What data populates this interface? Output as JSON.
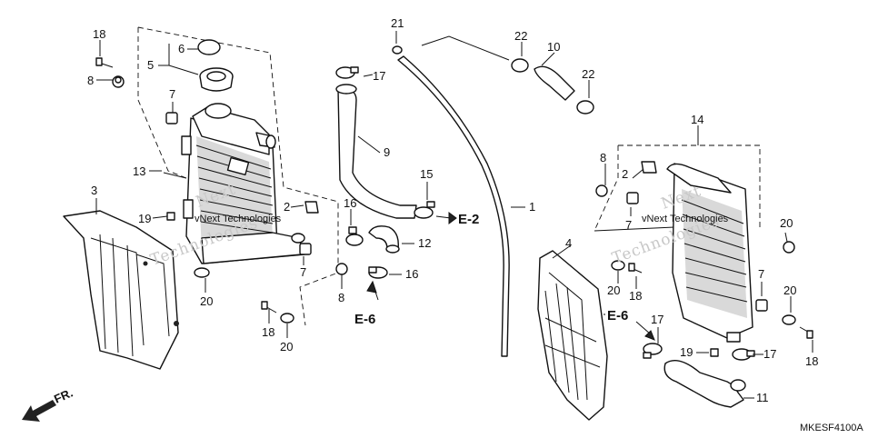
{
  "diagram": {
    "code": "MKESF4100A",
    "front_label": "FR.",
    "watermark_lines": [
      "Next",
      "Technologies",
      "vNext Technologies"
    ],
    "ref_labels": {
      "e2": "E-2",
      "e6_left": "E-6",
      "e6_right": "E-6"
    },
    "callouts": {
      "c1": "1",
      "c2a": "2",
      "c2b": "2",
      "c3": "3",
      "c4": "4",
      "c5": "5",
      "c6": "6",
      "c7a": "7",
      "c7b": "7",
      "c7c": "7",
      "c7d": "7",
      "c8a": "8",
      "c8b": "8",
      "c8c": "8",
      "c9": "9",
      "c10": "10",
      "c11": "11",
      "c12": "12",
      "c13": "13",
      "c14": "14",
      "c15": "15",
      "c16a": "16",
      "c16b": "16",
      "c17a": "17",
      "c17b": "17",
      "c17c": "17",
      "c18a": "18",
      "c18b": "18",
      "c18c": "18",
      "c18d": "18",
      "c19a": "19",
      "c19b": "19",
      "c20a": "20",
      "c20b": "20",
      "c20c": "20",
      "c20d": "20",
      "c21": "21",
      "c22a": "22",
      "c22b": "22"
    }
  }
}
